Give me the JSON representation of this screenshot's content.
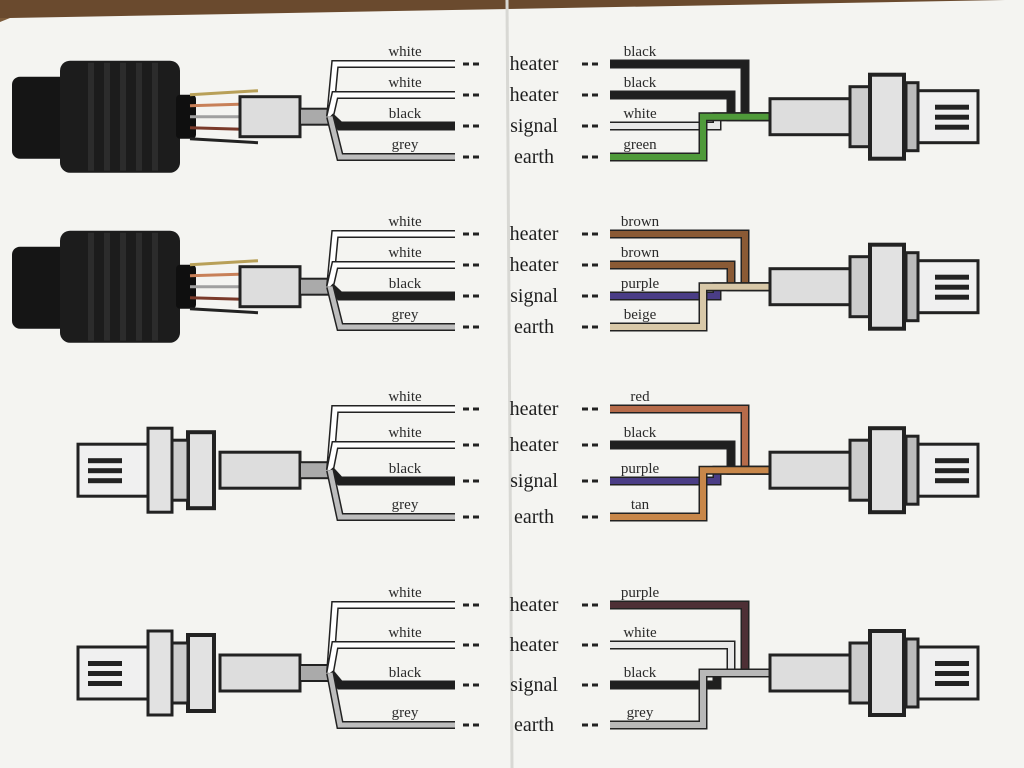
{
  "diagram": {
    "function_labels": [
      "heater",
      "heater",
      "signal",
      "earth"
    ],
    "panels": [
      {
        "left_device": "connector-plug",
        "left_wires": [
          "white",
          "white",
          "black",
          "grey"
        ],
        "right_wires": [
          {
            "label": "black",
            "color": "#1f1f1f"
          },
          {
            "label": "black",
            "color": "#1f1f1f"
          },
          {
            "label": "white",
            "color": "#e8e8e8"
          },
          {
            "label": "green",
            "color": "#4f9a3a"
          }
        ]
      },
      {
        "left_device": "connector-plug",
        "left_wires": [
          "white",
          "white",
          "black",
          "grey"
        ],
        "right_wires": [
          {
            "label": "brown",
            "color": "#8a5a35"
          },
          {
            "label": "brown",
            "color": "#8a5a35"
          },
          {
            "label": "purple",
            "color": "#4a3d86"
          },
          {
            "label": "beige",
            "color": "#d8c8a8"
          }
        ]
      },
      {
        "left_device": "sensor",
        "left_wires": [
          "white",
          "white",
          "black",
          "grey"
        ],
        "right_wires": [
          {
            "label": "red",
            "color": "#b66b4a"
          },
          {
            "label": "black",
            "color": "#1f1f1f"
          },
          {
            "label": "purple",
            "color": "#4a3d86"
          },
          {
            "label": "tan",
            "color": "#c8874a"
          }
        ]
      },
      {
        "left_device": "sensor",
        "left_wires": [
          "white",
          "white",
          "black",
          "grey"
        ],
        "right_wires": [
          {
            "label": "purple",
            "color": "#4e2f36"
          },
          {
            "label": "white",
            "color": "#e8e8e8"
          },
          {
            "label": "black",
            "color": "#1f1f1f"
          },
          {
            "label": "grey",
            "color": "#b8b8b8"
          }
        ]
      }
    ]
  }
}
